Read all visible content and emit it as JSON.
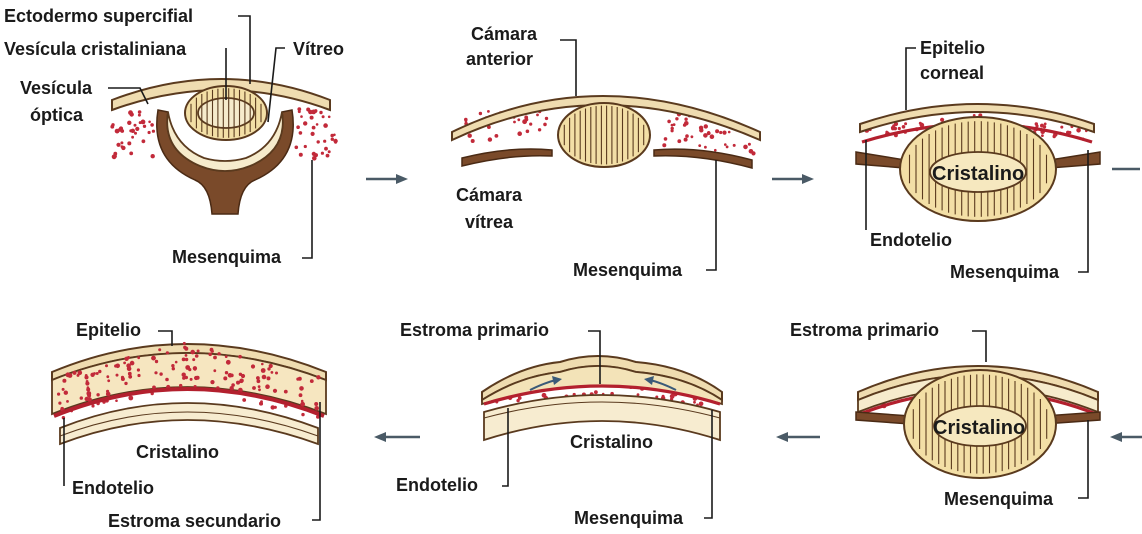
{
  "stage1": {
    "ectodermo_superficial": "Ectodermo supercifial",
    "vesicula_cristaliniana": "Vesícula cristaliniana",
    "vitreo": "Vítreo",
    "vesicula_optica_line1": "Vesícula",
    "vesicula_optica_line2": "óptica",
    "mesenquima": "Mesenquima"
  },
  "stage2": {
    "camara_anterior_line1": "Cámara",
    "camara_anterior_line2": "anterior",
    "camara_vitrea_line1": "Cámara",
    "camara_vitrea_line2": "vítrea",
    "mesenquima": "Mesenquima"
  },
  "stage3": {
    "epitelio_corneal_line1": "Epitelio",
    "epitelio_corneal_line2": "corneal",
    "cristalino": "Cristalino",
    "endotelio": "Endotelio",
    "mesenquima": "Mesenquima"
  },
  "stage4": {
    "estroma_primario": "Estroma primario",
    "cristalino": "Cristalino",
    "mesenquima": "Mesenquima"
  },
  "stage5": {
    "estroma_primario": "Estroma primario",
    "cristalino": "Cristalino",
    "endotelio": "Endotelio",
    "mesenquima": "Mesenquima"
  },
  "stage6": {
    "epitelio": "Epitelio",
    "cristalino": "Cristalino",
    "endotelio": "Endotelio",
    "estroma_secundario": "Estroma secundario"
  }
}
